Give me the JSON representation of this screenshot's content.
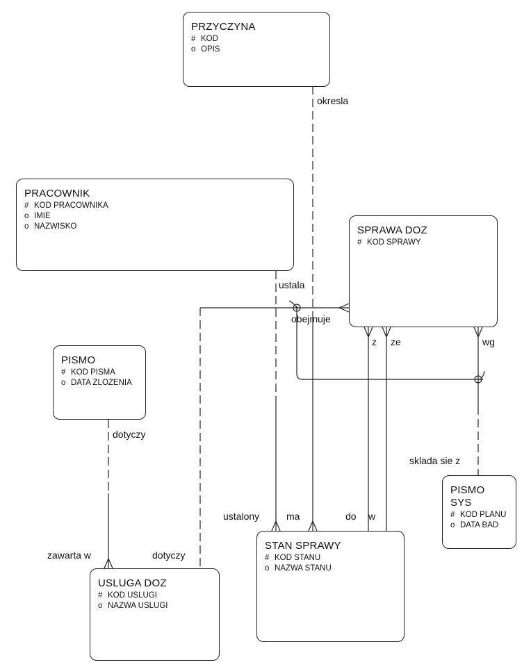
{
  "entities": {
    "przyczyna": {
      "title": "PRZYCZYNA",
      "attributes": [
        {
          "marker": "#",
          "name": "KOD"
        },
        {
          "marker": "o",
          "name": "OPIS"
        }
      ]
    },
    "pracownik": {
      "title": "PRACOWNIK",
      "attributes": [
        {
          "marker": "#",
          "name": "KOD PRACOWNIKA"
        },
        {
          "marker": "o",
          "name": "IMIE"
        },
        {
          "marker": "o",
          "name": "NAZWISKO"
        }
      ]
    },
    "sprawa_doz": {
      "title": "SPRAWA DOZ",
      "attributes": [
        {
          "marker": "#",
          "name": "KOD SPRAWY"
        }
      ]
    },
    "pismo": {
      "title": "PISMO",
      "attributes": [
        {
          "marker": "#",
          "name": "KOD PISMA"
        },
        {
          "marker": "o",
          "name": "DATA ZLOZENIA"
        }
      ]
    },
    "pismo_sys": {
      "title": "PISMO SYS",
      "attributes": [
        {
          "marker": "#",
          "name": "KOD PLANU"
        },
        {
          "marker": "o",
          "name": "DATA BAD"
        }
      ]
    },
    "stan_sprawy": {
      "title": "STAN SPRAWY",
      "attributes": [
        {
          "marker": "#",
          "name": "KOD STANU"
        },
        {
          "marker": "o",
          "name": "NAZWA STANU"
        }
      ]
    },
    "usluga_doz": {
      "title": "USLUGA DOZ",
      "attributes": [
        {
          "marker": "#",
          "name": "KOD USLUGI"
        },
        {
          "marker": "o",
          "name": "NAZWA USLUGI"
        }
      ]
    }
  },
  "relationship_labels": {
    "okresla": "okresla",
    "ustala": "ustala",
    "obejmuje": "obejmuje",
    "z": "z",
    "ze": "ze",
    "wg": "wg",
    "dotyczy_pismo": "dotyczy",
    "sklada_sie_z": "sklada sie z",
    "ustalony": "ustalony",
    "ma": "ma",
    "do": "do",
    "w": "w",
    "zawarta_w": "zawarta w",
    "dotyczy_usluga": "dotyczy"
  }
}
